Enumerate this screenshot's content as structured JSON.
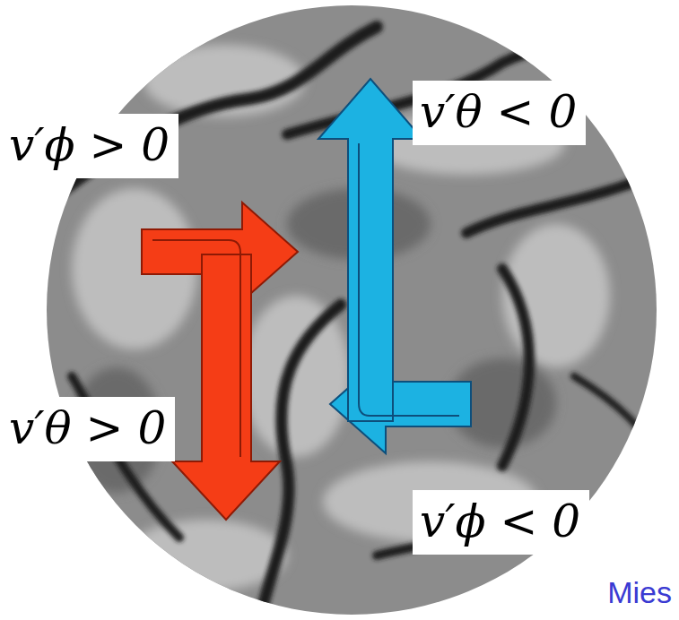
{
  "diagram": {
    "labels": [
      "v′ϕ > 0",
      "v′θ < 0",
      "v′θ > 0",
      "v′ϕ < 0",
      "Mies"
    ]
  }
}
